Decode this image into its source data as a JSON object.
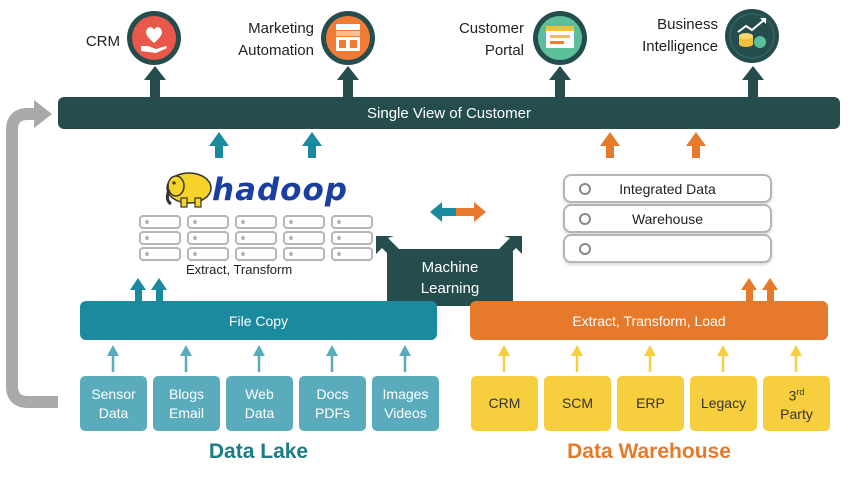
{
  "top_apps": [
    {
      "name": "crm",
      "line1": "CRM",
      "line2": "",
      "icon": "heart-hand-icon",
      "color": "#e8584b"
    },
    {
      "name": "marketing-automation",
      "line1": "Marketing",
      "line2": "Automation",
      "icon": "storefront-icon",
      "color": "#ef7b35"
    },
    {
      "name": "customer-portal",
      "line1": "Customer",
      "line2": "Portal",
      "icon": "browser-window-icon",
      "color": "#5bbf9a"
    },
    {
      "name": "business-intelligence",
      "line1": "Business",
      "line2": "Intelligence",
      "icon": "chart-coins-icon",
      "color": "#f0c23b"
    }
  ],
  "single_view": "Single View of Customer",
  "hadoop": {
    "logo_text": "hadoop",
    "caption": "Extract, Transform"
  },
  "integrated": {
    "line1": "Integrated  Data",
    "line2": "Warehouse"
  },
  "machine_learning": {
    "line1": "Machine",
    "line2": "Learning"
  },
  "file_copy": "File Copy",
  "etl": "Extract, Transform, Load",
  "lake_sources": [
    {
      "line1": "Sensor",
      "line2": "Data"
    },
    {
      "line1": "Blogs",
      "line2": "Email"
    },
    {
      "line1": "Web",
      "line2": "Data"
    },
    {
      "line1": "Docs",
      "line2": "PDFs"
    },
    {
      "line1": "Images",
      "line2": "Videos"
    }
  ],
  "warehouse_sources": [
    {
      "line1": "CRM",
      "line2": ""
    },
    {
      "line1": "SCM",
      "line2": ""
    },
    {
      "line1": "ERP",
      "line2": ""
    },
    {
      "line1": "Legacy",
      "line2": ""
    },
    {
      "line1": "3",
      "sup": "rd",
      "line2": "Party"
    }
  ],
  "data_lake_title": "Data Lake",
  "data_warehouse_title": "Data Warehouse",
  "colors": {
    "dark": "#264d4d",
    "teal": "#1a8a9e",
    "orange": "#e67a2a",
    "lake_box": "#5aacbd",
    "warehouse_box": "#f7ce3e",
    "lake_title": "#1f7a88",
    "warehouse_title": "#e67a2a",
    "gray": "#a9a9a9"
  }
}
